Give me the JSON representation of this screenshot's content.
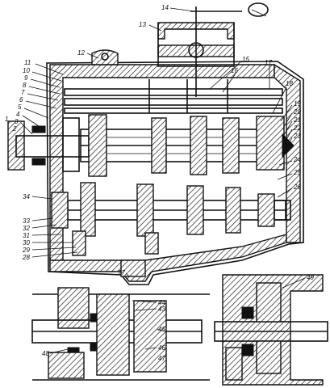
{
  "callouts": {
    "top": [
      "14",
      "13",
      "12",
      "15",
      "16",
      "17"
    ],
    "left": [
      "11",
      "10",
      "9",
      "8",
      "7",
      "6",
      "5",
      "4",
      "3",
      "2",
      "1"
    ],
    "right": [
      "18",
      "19",
      "20",
      "21",
      "22",
      "23",
      "24",
      "25",
      "26"
    ],
    "lower_left": [
      "34",
      "33",
      "32",
      "31",
      "30",
      "29",
      "28"
    ],
    "bottom": [
      "27"
    ],
    "detail_a": [
      "44",
      "43",
      "45",
      "46",
      "47",
      "48"
    ],
    "detail_b": [
      "49"
    ]
  }
}
